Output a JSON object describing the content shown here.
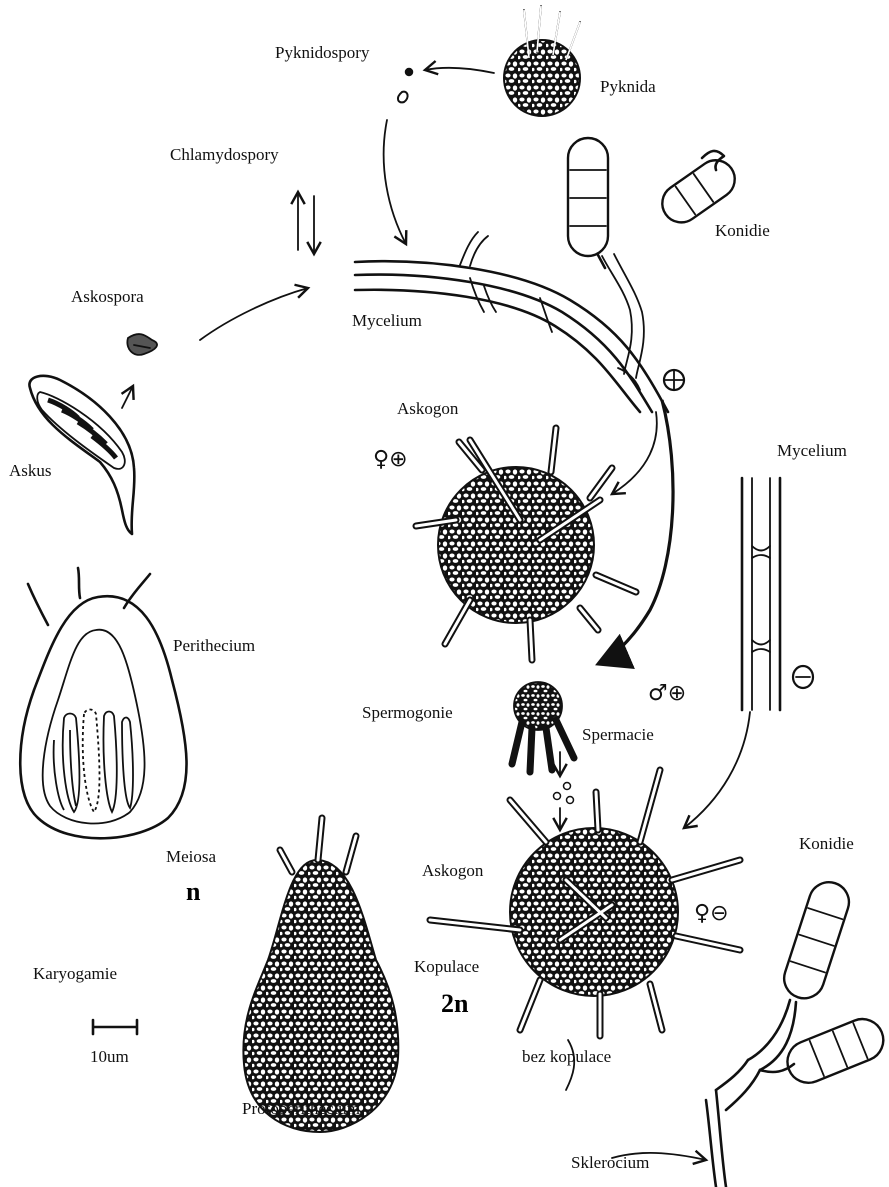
{
  "labels": {
    "pyknidospory": "Pyknidospory",
    "pyknida": "Pyknida",
    "chlamydospory": "Chlamydospory",
    "konidie_top": "Konidie",
    "askospora": "Askospora",
    "mycelium_top": "Mycelium",
    "askus": "Askus",
    "askogon_top": "Askogon",
    "mycelium_right": "Mycelium",
    "perithecium": "Perithecium",
    "spermogonie": "Spermogonie",
    "spermacie": "Spermacie",
    "meiosa": "Meiosa",
    "ploidy_n": "n",
    "konidie_bottom": "Konidie",
    "askogon_bottom": "Askogon",
    "karyogamie": "Karyogamie",
    "kopulace": "Kopulace",
    "ploidy_2n": "2n",
    "bez_kopulace": "bez kopulace",
    "scale_bar": "10um",
    "protoperithecium": "Protoperithecium",
    "sklerocium": "Sklerocium"
  },
  "symbols": {
    "mating_plus_mycelium": "⊕",
    "askogon_top_sex": "♀⊕",
    "mycelium_minus": "⊖",
    "spermacie_sex": "♂⊕",
    "askogon_bottom_sex": "♀⊖"
  }
}
